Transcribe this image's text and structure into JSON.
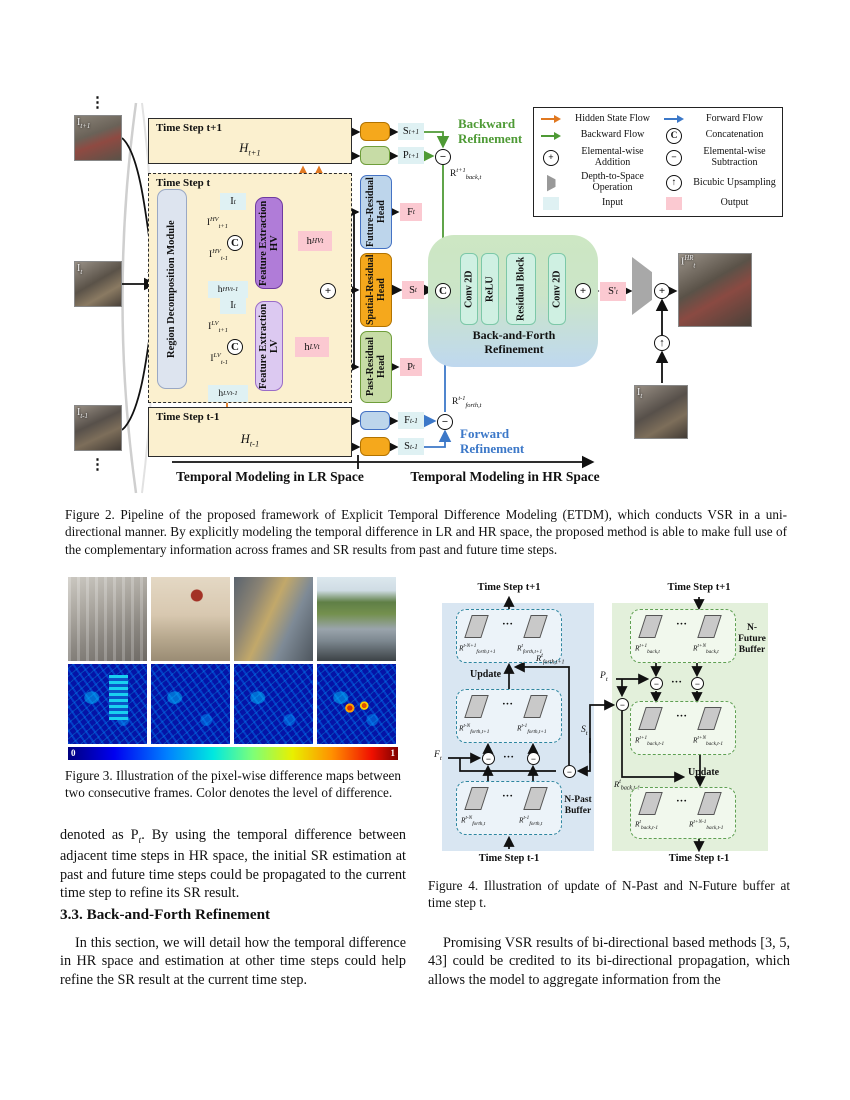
{
  "operators": {
    "concat": "C",
    "add": "+",
    "sub": "−",
    "up": "↑"
  },
  "figure2": {
    "caption": "Figure 2. Pipeline of the proposed framework of Explicit Temporal Difference Modeling (ETDM), which conducts VSR in a uni-directional manner.  By explicitly modeling the temporal difference in LR and HR space, the proposed method is able to make full use of the complementary information across frames and SR results from past and future time steps.",
    "inputs": {
      "top": "I_{t+1}",
      "mid": "I_{t}",
      "bot": "I_{t-1}",
      "vdots": "⋮"
    },
    "panels": {
      "t1_title": "Time Step t+1",
      "t1_h": "H_{t+1}",
      "t_title": "Time Step t",
      "tm1_title": "Time Step t-1",
      "tm1_h": "H_{t-1}"
    },
    "modules": {
      "rdm": "Region Decomposition Module",
      "fe_hv": "Feature Extraction HV",
      "fe_lv": "Feature Extraction LV",
      "future_head": "Future-Residual Head",
      "spatial_head": "Spatial-Residual Head",
      "past_head": "Past-Residual Head"
    },
    "hv": {
      "i_t": "I_{t}",
      "i_p": "I^{HV}_{t+1}",
      "i_m": "I^{HV}_{t-1}",
      "h_prev": "h^{HV}_{t-1}",
      "h_out": "h^{HV}_{t}"
    },
    "lv": {
      "i_t": "I_{t}",
      "i_p": "I^{LV}_{t+1}",
      "i_m": "I^{LV}_{t-1}",
      "h_prev": "h^{LV}_{t-1}",
      "h_out": "h^{LV}_{t}"
    },
    "signals": {
      "s_t1": "S_{t+1}",
      "p_t1": "P_{t+1}",
      "f_t": "F_{t}",
      "s_t": "S_{t}",
      "p_t": "P_{t}",
      "f_tm1": "F_{t-1}",
      "s_tm1": "S_{t-1}",
      "r_back": "R^{t+1}_{back,t}",
      "r_forth": "R^{t-1}_{forth,t}",
      "s_ref": "S'_{t}",
      "i_hr": "I^{HR}_{t}",
      "i_lr": "I_{t}"
    },
    "refinement": {
      "title": "Back-and-Forth Refinement",
      "b1": "Conv 2D",
      "b2": "ReLU",
      "b3": "Residual Block",
      "b4": "Conv 2D"
    },
    "backward": "Backward Refinement",
    "forward": "Forward Refinement",
    "axis": {
      "lr": "Temporal Modeling in LR Space",
      "hr": "Temporal Modeling in HR Space"
    },
    "legend": {
      "hidden": "Hidden State Flow",
      "forward": "Forward Flow",
      "backward": "Backward Flow",
      "concat": "Concatenation",
      "add": "Elemental-wise Addition",
      "sub": "Elemental-wise Subtraction",
      "d2s": "Depth-to-Space Operation",
      "bicubic": "Bicubic Upsampling",
      "input": "Input",
      "output": "Output"
    }
  },
  "figure3": {
    "caption": "Figure 3. Illustration of the pixel-wise difference maps between two consecutive frames. Color denotes the level of difference.",
    "colorbar": {
      "min": "0",
      "max": "1"
    }
  },
  "figure4": {
    "caption": "Figure 4. Illustration of update of N-Past and N-Future buffer at time step t.",
    "dots": "···",
    "left": {
      "top_label": "Time Step t+1",
      "bottom_label": "Time Step t-1",
      "update": "Update",
      "buffer": "N-Past Buffer",
      "top0": "R^{t-N+1}_{forth,t+1}",
      "top1": "R^{t}_{forth,t+1}",
      "mid0": "R^{t-N}_{forth,t+1}",
      "mid1": "R^{t-1}_{forth,t+1}",
      "bot0": "R^{t-N}_{forth,t}",
      "bot1": "R^{t-1}_{forth,t}",
      "r_out": "R^{t}_{forth,t+1}",
      "f_t": "F_{t}",
      "s_t": "S_{t}"
    },
    "right": {
      "top_label": "Time Step t+1",
      "bottom_label": "Time Step t-1",
      "update": "Update",
      "buffer": "N-Future Buffer",
      "top0": "R^{t+1}_{back,t}",
      "top1": "R^{t+N}_{back,t}",
      "mid0": "R^{t+1}_{back,t-1}",
      "mid1": "R^{t+N}_{back,t-1}",
      "bot0": "R^{t}_{back,t-1}",
      "bot1": "R^{t+N-1}_{back,t-1}",
      "r_out": "R^{t}_{back,t-1}",
      "p_t": "P_{t}"
    }
  },
  "text": {
    "left_para1": "denoted as P_{t}.  By using the temporal difference between adjacent time steps in HR space, the initial SR estimation at past and future time steps could be propagated to the current time step to refine its SR result.",
    "heading": "3.3. Back-and-Forth Refinement",
    "left_para2": "In this section, we will detail how the temporal difference in HR space and estimation at other time steps could help refine the SR result at the current time step.",
    "right_para": "Promising VSR results of bi-directional based methods [3, 5, 43] could be credited to its bi-directional propagation, which allows the model to aggregate information from the"
  }
}
